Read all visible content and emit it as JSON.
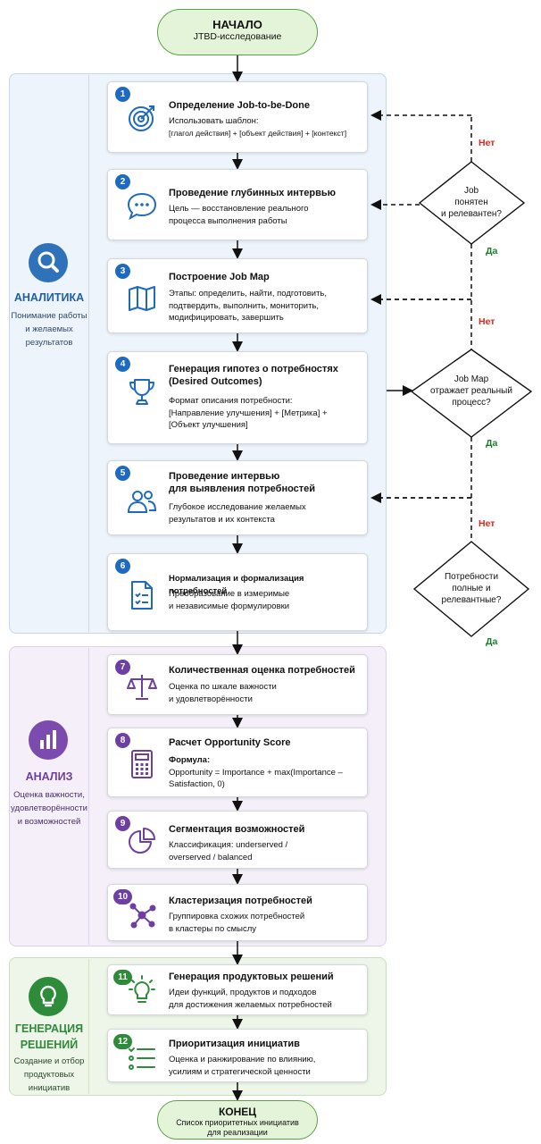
{
  "start": {
    "title": "НАЧАЛО",
    "subtitle": "JTBD-исследование"
  },
  "end": {
    "title": "КОНЕЦ",
    "subtitle_line1": "Список приоритетных инициатив",
    "subtitle_line2": "для реализации"
  },
  "sections": [
    {
      "title": "АНАЛИТИКА",
      "subtitle_lines": [
        "Понимание работы",
        "и желаемых",
        "результатов"
      ],
      "color": "#1f6ac1"
    },
    {
      "title": "АНАЛИЗ",
      "subtitle_lines": [
        "Оценка важности,",
        "удовлетворённости",
        "и возможностей"
      ],
      "color": "#6d3fa3"
    },
    {
      "title_lines": [
        "ГЕНЕРАЦИЯ",
        "РЕШЕНИЙ"
      ],
      "subtitle_lines": [
        "Создание и отбор",
        "продуктовых",
        "инициатив"
      ],
      "color": "#2f8a3a"
    }
  ],
  "steps": [
    {
      "num": "1",
      "title": "Определение Job-to-be-Done",
      "lines": [
        "Использовать шаблон:",
        "[глагол действия] + [объект действия] + [контекст]"
      ]
    },
    {
      "num": "2",
      "title": "Проведение глубинных интервью",
      "lines": [
        "Цель — восстановление реального",
        "процесса выполнения работы"
      ]
    },
    {
      "num": "3",
      "title": "Построение Job Map",
      "lines": [
        "Этапы: определить, найти, подготовить,",
        "подтвердить, выполнить, мониторить,",
        "модифицировать, завершить"
      ]
    },
    {
      "num": "4",
      "title_lines": [
        "Генерация гипотез о  потребностях",
        "(Desired Outcomes)"
      ],
      "lines": [
        "Формат описания потребности:",
        "[Направление улучшения]  +  [Метрика]  +",
        "[Объект улучшения]"
      ]
    },
    {
      "num": "5",
      "title_lines": [
        "Проведение интервью",
        "для выявления потребностей"
      ],
      "lines": [
        "Глубокое исследование желаемых",
        "результатов и их контекста"
      ]
    },
    {
      "num": "6",
      "title": "Нормализация и формализация потребностей",
      "lines": [
        "Преобразование в измеримые",
        "и независимые формулировки"
      ]
    },
    {
      "num": "7",
      "title": "Количественная оценка потребностей",
      "lines": [
        "Оценка по шкале важности",
        "и удовлетворённости"
      ]
    },
    {
      "num": "8",
      "title": "Расчет Opportunity Score",
      "bold_line": "Формула:",
      "lines": [
        "Opportunity = Importance + max(Importance –",
        "Satisfaction, 0)"
      ]
    },
    {
      "num": "9",
      "title": "Сегментация возможностей",
      "lines": [
        "Классификация: underserved /",
        "overserved / balanced"
      ]
    },
    {
      "num": "10",
      "title": "Кластеризация потребностей",
      "lines": [
        "Группировка схожих потребностей",
        "в кластеры по смыслу"
      ]
    },
    {
      "num": "11",
      "title": "Генерация продуктовых решений",
      "lines": [
        "Идеи функций, продуктов и подходов",
        "для достижения желаемых потребностей"
      ]
    },
    {
      "num": "12",
      "title": "Приоритизация инициатив",
      "lines": [
        "Оценка и ранжирование по влиянию,",
        "усилиям и стратегической ценности"
      ]
    }
  ],
  "decisions": [
    {
      "lines": [
        "Job",
        "понятен",
        "и релевантен?"
      ],
      "no": "Нет",
      "yes": "Да"
    },
    {
      "lines": [
        "Job Map",
        "отражает реальный",
        "процесс?"
      ],
      "no": "Нет",
      "yes": "Да"
    },
    {
      "lines": [
        "Потребности",
        "полные и",
        "релевантные?"
      ],
      "no": "Нет",
      "yes": "Да"
    }
  ],
  "icons": [
    "analytics-magnifier-icon",
    "analysis-bar-chart-icon",
    "lightbulb-icon",
    "target-icon",
    "chat-bubble-icon",
    "map-icon",
    "trophy-icon",
    "people-icon",
    "checklist-document-icon",
    "scales-icon",
    "calculator-icon",
    "pie-chart-icon",
    "network-cluster-icon",
    "idea-lightbulb-icon",
    "list-icon"
  ],
  "colors": {
    "blue": "#1f6ac1",
    "purple": "#6d3fa3",
    "green": "#2f8a3a",
    "no": "#d42b1e",
    "yes": "#1e7d2c"
  }
}
